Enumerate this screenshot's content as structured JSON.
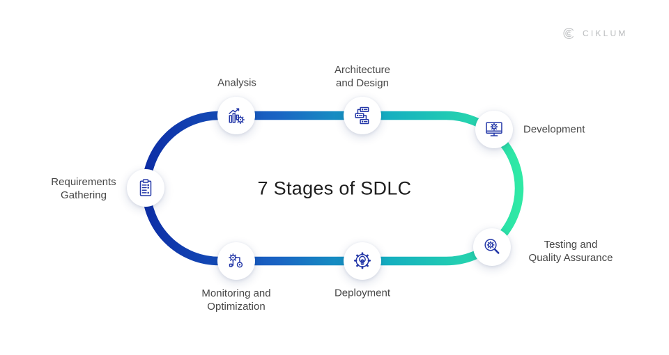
{
  "title": "7 Stages of SDLC",
  "brand": {
    "name": "CIKLUM",
    "logo_icon": "ciklum-arcs-icon",
    "color": "#bcbec0"
  },
  "colors": {
    "gradient_start": "#0D2EA6",
    "gradient_mid1": "#1A63C3",
    "gradient_mid2": "#13AAC2",
    "gradient_end": "#2FE9A5",
    "icon": "#2438A8",
    "label": "#474747",
    "title": "#1E1E1E"
  },
  "loop": {
    "shape": "stadium",
    "stroke_width": 12.5
  },
  "stages": [
    {
      "label": "Requirements\nGathering",
      "icon": "clipboard-checklist-icon"
    },
    {
      "label": "Analysis",
      "icon": "bar-chart-growth-gear-icon"
    },
    {
      "label": "Architecture\nand Design",
      "icon": "flow-blocks-icon"
    },
    {
      "label": "Development",
      "icon": "monitor-gear-icon"
    },
    {
      "label": "Testing and\nQuality Assurance",
      "icon": "magnifier-gear-icon"
    },
    {
      "label": "Deployment",
      "icon": "gear-lightbulb-icon"
    },
    {
      "label": "Monitoring and\nOptimization",
      "icon": "gear-process-icon"
    }
  ]
}
